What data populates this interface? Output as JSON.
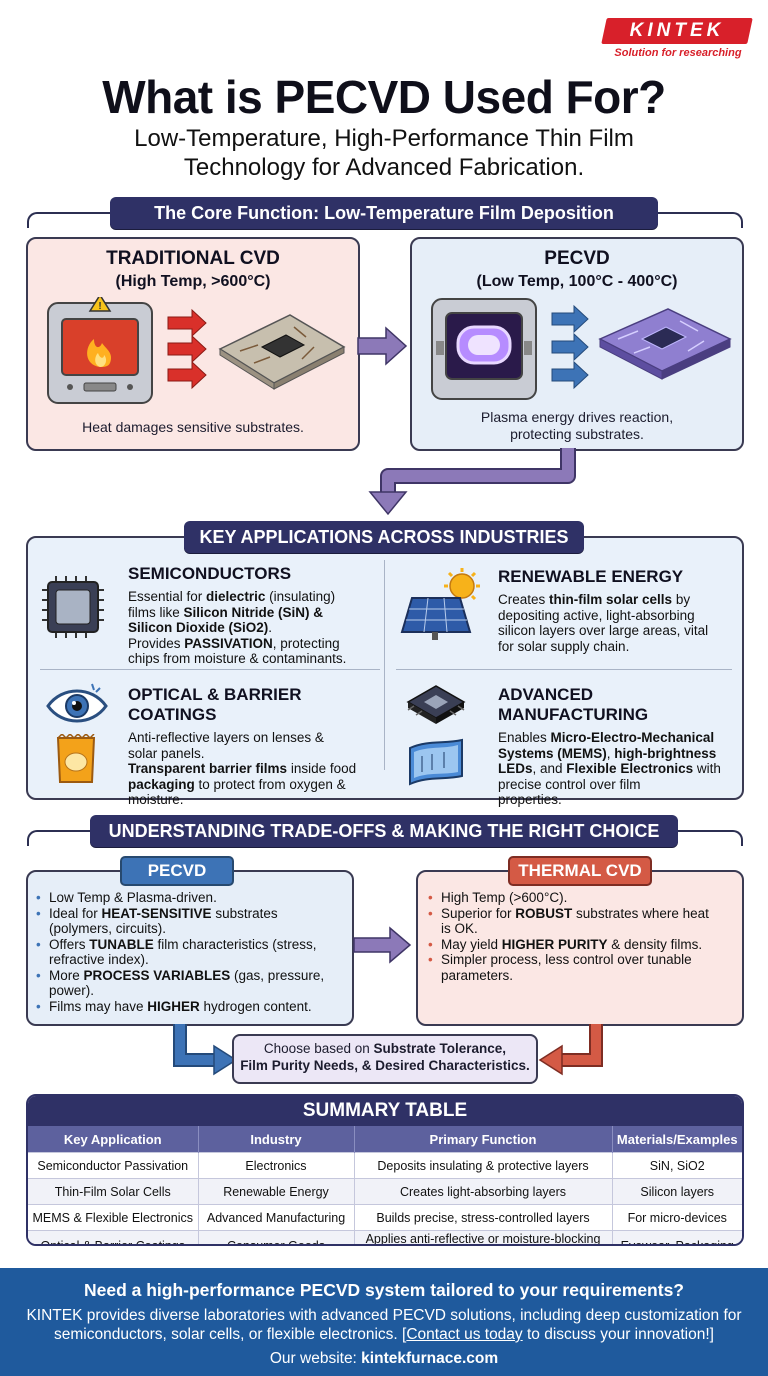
{
  "brand": {
    "name": "KINTEK",
    "tagline": "Solution for researching"
  },
  "header": {
    "title": "What is PECVD Used For?",
    "subtitle_line1": "Low-Temperature, High-Performance Thin Film",
    "subtitle_line2": "Technology for Advanced Fabrication."
  },
  "core": {
    "label": "The Core Function: Low-Temperature Film Deposition",
    "traditional": {
      "title": "TRADITIONAL CVD",
      "sub": "(High Temp, >600°C)",
      "caption": "Heat damages sensitive substrates."
    },
    "pecvd": {
      "title": "PECVD",
      "sub": "(Low Temp, 100°C - 400°C)",
      "caption1": "Plasma energy drives reaction,",
      "caption2": "protecting substrates."
    }
  },
  "apps": {
    "label": "KEY APPLICATIONS ACROSS INDUSTRIES",
    "semi": {
      "title": "SEMICONDUCTORS",
      "l1a": "Essential for ",
      "l1b": "dielectric",
      "l1c": " (insulating)",
      "l2a": "films like ",
      "l2b": "Silicon Nitride (SiN) &",
      "l3": "Silicon Dioxide (SiO2)",
      "l3c": ".",
      "l4a": "Provides ",
      "l4b": "PASSIVATION",
      "l4c": ", protecting",
      "l5": "chips from moisture & contaminants."
    },
    "energy": {
      "title": "RENEWABLE ENERGY",
      "l1a": "Creates ",
      "l1b": "thin-film solar cells",
      "l1c": " by",
      "l2": "depositing active, light-absorbing",
      "l3": "silicon layers over large areas, vital",
      "l4": "for solar supply chain."
    },
    "optical": {
      "title": "OPTICAL & BARRIER COATINGS",
      "l1": "Anti-reflective layers on lenses &",
      "l2": "solar panels.",
      "l3a": "Transparent barrier films",
      "l3b": " inside food",
      "l4a": "packaging",
      "l4b": " to protect from oxygen &",
      "l5": "moisture."
    },
    "mfg": {
      "title": "ADVANCED MANUFACTURING",
      "l1a": "Enables ",
      "l1b": "Micro-Electro-Mechanical",
      "l2a": "Systems (MEMS)",
      "l2b": ", ",
      "l2c": "high-brightness",
      "l3a": "LEDs",
      "l3b": ", and ",
      "l3c": "Flexible Electronics",
      "l3d": " with",
      "l4": "precise control over film",
      "l5": "properties."
    }
  },
  "tradeoffs": {
    "label": "UNDERSTANDING TRADE-OFFS & MAKING THE RIGHT CHOICE",
    "pecvd": {
      "title": "PECVD",
      "b1": "Low Temp & Plasma-driven.",
      "b2a": "Ideal for ",
      "b2b": "HEAT-SENSITIVE",
      "b2c": " substrates",
      "b2d": "(polymers, circuits).",
      "b3a": "Offers ",
      "b3b": "TUNABLE",
      "b3c": " film characteristics (stress,",
      "b3d": "refractive index).",
      "b4a": "More ",
      "b4b": "PROCESS VARIABLES",
      "b4c": " (gas, pressure,",
      "b4d": "power).",
      "b5a": "Films may have ",
      "b5b": "HIGHER",
      "b5c": " hydrogen content."
    },
    "thermal": {
      "title": "THERMAL CVD",
      "b1": "High Temp (>600°C).",
      "b2a": "Superior for ",
      "b2b": "ROBUST",
      "b2c": " substrates where heat",
      "b2d": "is OK.",
      "b3a": "May yield ",
      "b3b": "HIGHER PURITY",
      "b3c": " & density films.",
      "b4a": "Simpler process, less control over tunable",
      "b4b": "parameters."
    },
    "choose_a": "Choose based on ",
    "choose_b": "Substrate Tolerance,",
    "choose_c": "Film Purity Needs, & Desired Characteristics."
  },
  "summary": {
    "title": "SUMMARY TABLE",
    "headers": [
      "Key Application",
      "Industry",
      "Primary Function",
      "Materials/Examples"
    ],
    "rows": [
      [
        "Semiconductor Passivation",
        "Electronics",
        "Deposits insulating & protective layers",
        "SiN, SiO2"
      ],
      [
        "Thin-Film Solar Cells",
        "Renewable Energy",
        "Creates light-absorbing layers",
        "Silicon layers"
      ],
      [
        "MEMS & Flexible Electronics",
        "Advanced Manufacturing",
        "Builds precise, stress-controlled layers",
        "For micro-devices"
      ],
      [
        "Optical & Barrier Coatings",
        "Consumer Goods",
        "Applies anti-reflective or moisture-blocking films",
        "Eyewear, Packaging"
      ]
    ]
  },
  "footer": {
    "headline": "Need a high-performance PECVD system tailored to your requirements?",
    "body1": "KINTEK provides diverse laboratories with advanced PECVD solutions, including deep customization for",
    "body2a": "semiconductors, solar cells, or flexible electronics. [",
    "body2b": "Contact us today",
    "body2c": " to discuss your innovation!]",
    "website_label": "Our website: ",
    "website": "kintekfurnace.com"
  },
  "colors": {
    "navy": "#2f3166",
    "red": "#d8202a",
    "blue": "#3d73b6",
    "footer": "#1f5a9d"
  }
}
